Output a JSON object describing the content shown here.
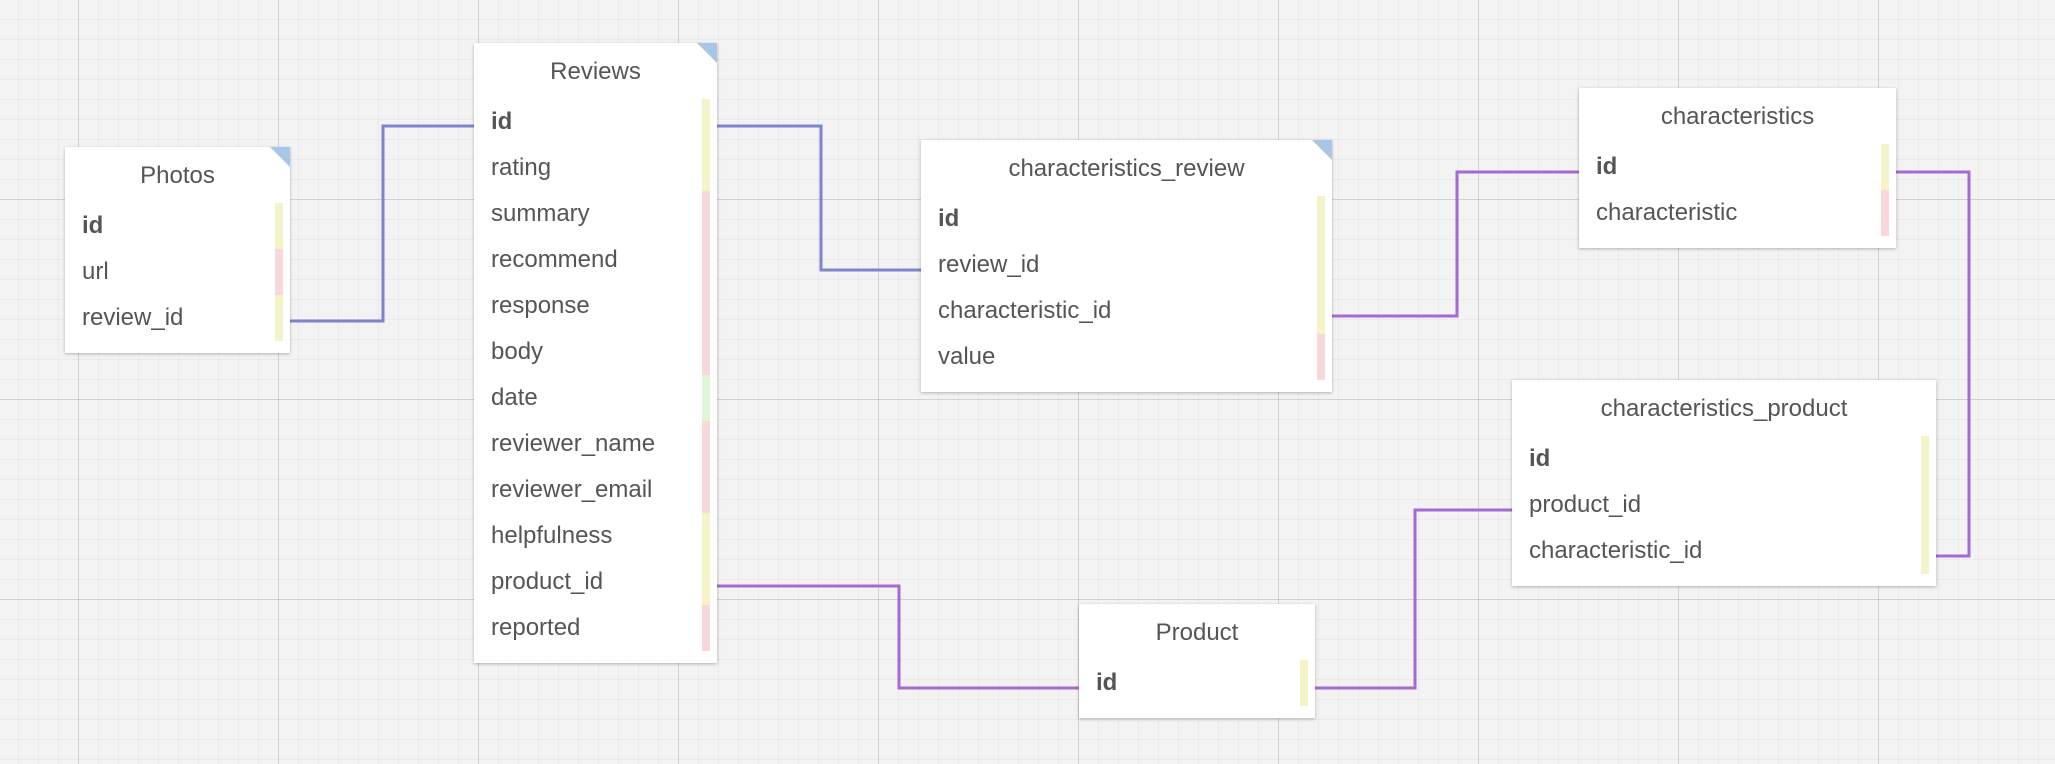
{
  "diagram": {
    "colors": {
      "id": "#f5f3c8",
      "text": "#f8d8d8",
      "date": "#dff6d8",
      "relation_blue": "#7d84cc",
      "relation_purple": "#a56bd0",
      "title_corner": "#a9c6e6"
    },
    "tables": [
      {
        "name": "Photos",
        "fields": [
          {
            "name": "id",
            "pk": true,
            "kind": "id"
          },
          {
            "name": "url",
            "pk": false,
            "kind": "text"
          },
          {
            "name": "review_id",
            "pk": false,
            "kind": "id"
          }
        ]
      },
      {
        "name": "Reviews",
        "fields": [
          {
            "name": "id",
            "pk": true,
            "kind": "id"
          },
          {
            "name": "rating",
            "pk": false,
            "kind": "id"
          },
          {
            "name": "summary",
            "pk": false,
            "kind": "text"
          },
          {
            "name": "recommend",
            "pk": false,
            "kind": "text"
          },
          {
            "name": "response",
            "pk": false,
            "kind": "text"
          },
          {
            "name": "body",
            "pk": false,
            "kind": "text"
          },
          {
            "name": "date",
            "pk": false,
            "kind": "date"
          },
          {
            "name": "reviewer_name",
            "pk": false,
            "kind": "text"
          },
          {
            "name": "reviewer_email",
            "pk": false,
            "kind": "text"
          },
          {
            "name": "helpfulness",
            "pk": false,
            "kind": "id"
          },
          {
            "name": "product_id",
            "pk": false,
            "kind": "id"
          },
          {
            "name": "reported",
            "pk": false,
            "kind": "text"
          }
        ]
      },
      {
        "name": "characteristics_review",
        "fields": [
          {
            "name": "id",
            "pk": true,
            "kind": "id"
          },
          {
            "name": "review_id",
            "pk": false,
            "kind": "id"
          },
          {
            "name": "characteristic_id",
            "pk": false,
            "kind": "id"
          },
          {
            "name": "value",
            "pk": false,
            "kind": "text"
          }
        ]
      },
      {
        "name": "characteristics",
        "fields": [
          {
            "name": "id",
            "pk": true,
            "kind": "id"
          },
          {
            "name": "characteristic",
            "pk": false,
            "kind": "text"
          }
        ]
      },
      {
        "name": "characteristics_product",
        "fields": [
          {
            "name": "id",
            "pk": true,
            "kind": "id"
          },
          {
            "name": "product_id",
            "pk": false,
            "kind": "id"
          },
          {
            "name": "characteristic_id",
            "pk": false,
            "kind": "id"
          }
        ]
      },
      {
        "name": "Product",
        "fields": [
          {
            "name": "id",
            "pk": true,
            "kind": "id"
          }
        ]
      }
    ],
    "relations": [
      {
        "from": "Photos.review_id",
        "to": "Reviews.id",
        "color": "relation_blue"
      },
      {
        "from": "Reviews.id",
        "to": "characteristics_review.review_id",
        "color": "relation_blue"
      },
      {
        "from": "characteristics_review.characteristic_id",
        "to": "characteristics.id",
        "color": "relation_purple"
      },
      {
        "from": "characteristics.id",
        "to": "characteristics_product.characteristic_id",
        "color": "relation_purple"
      },
      {
        "from": "Reviews.product_id",
        "to": "Product.id",
        "color": "relation_purple"
      },
      {
        "from": "Product.id",
        "to": "characteristics_product.product_id",
        "color": "relation_purple"
      }
    ]
  }
}
